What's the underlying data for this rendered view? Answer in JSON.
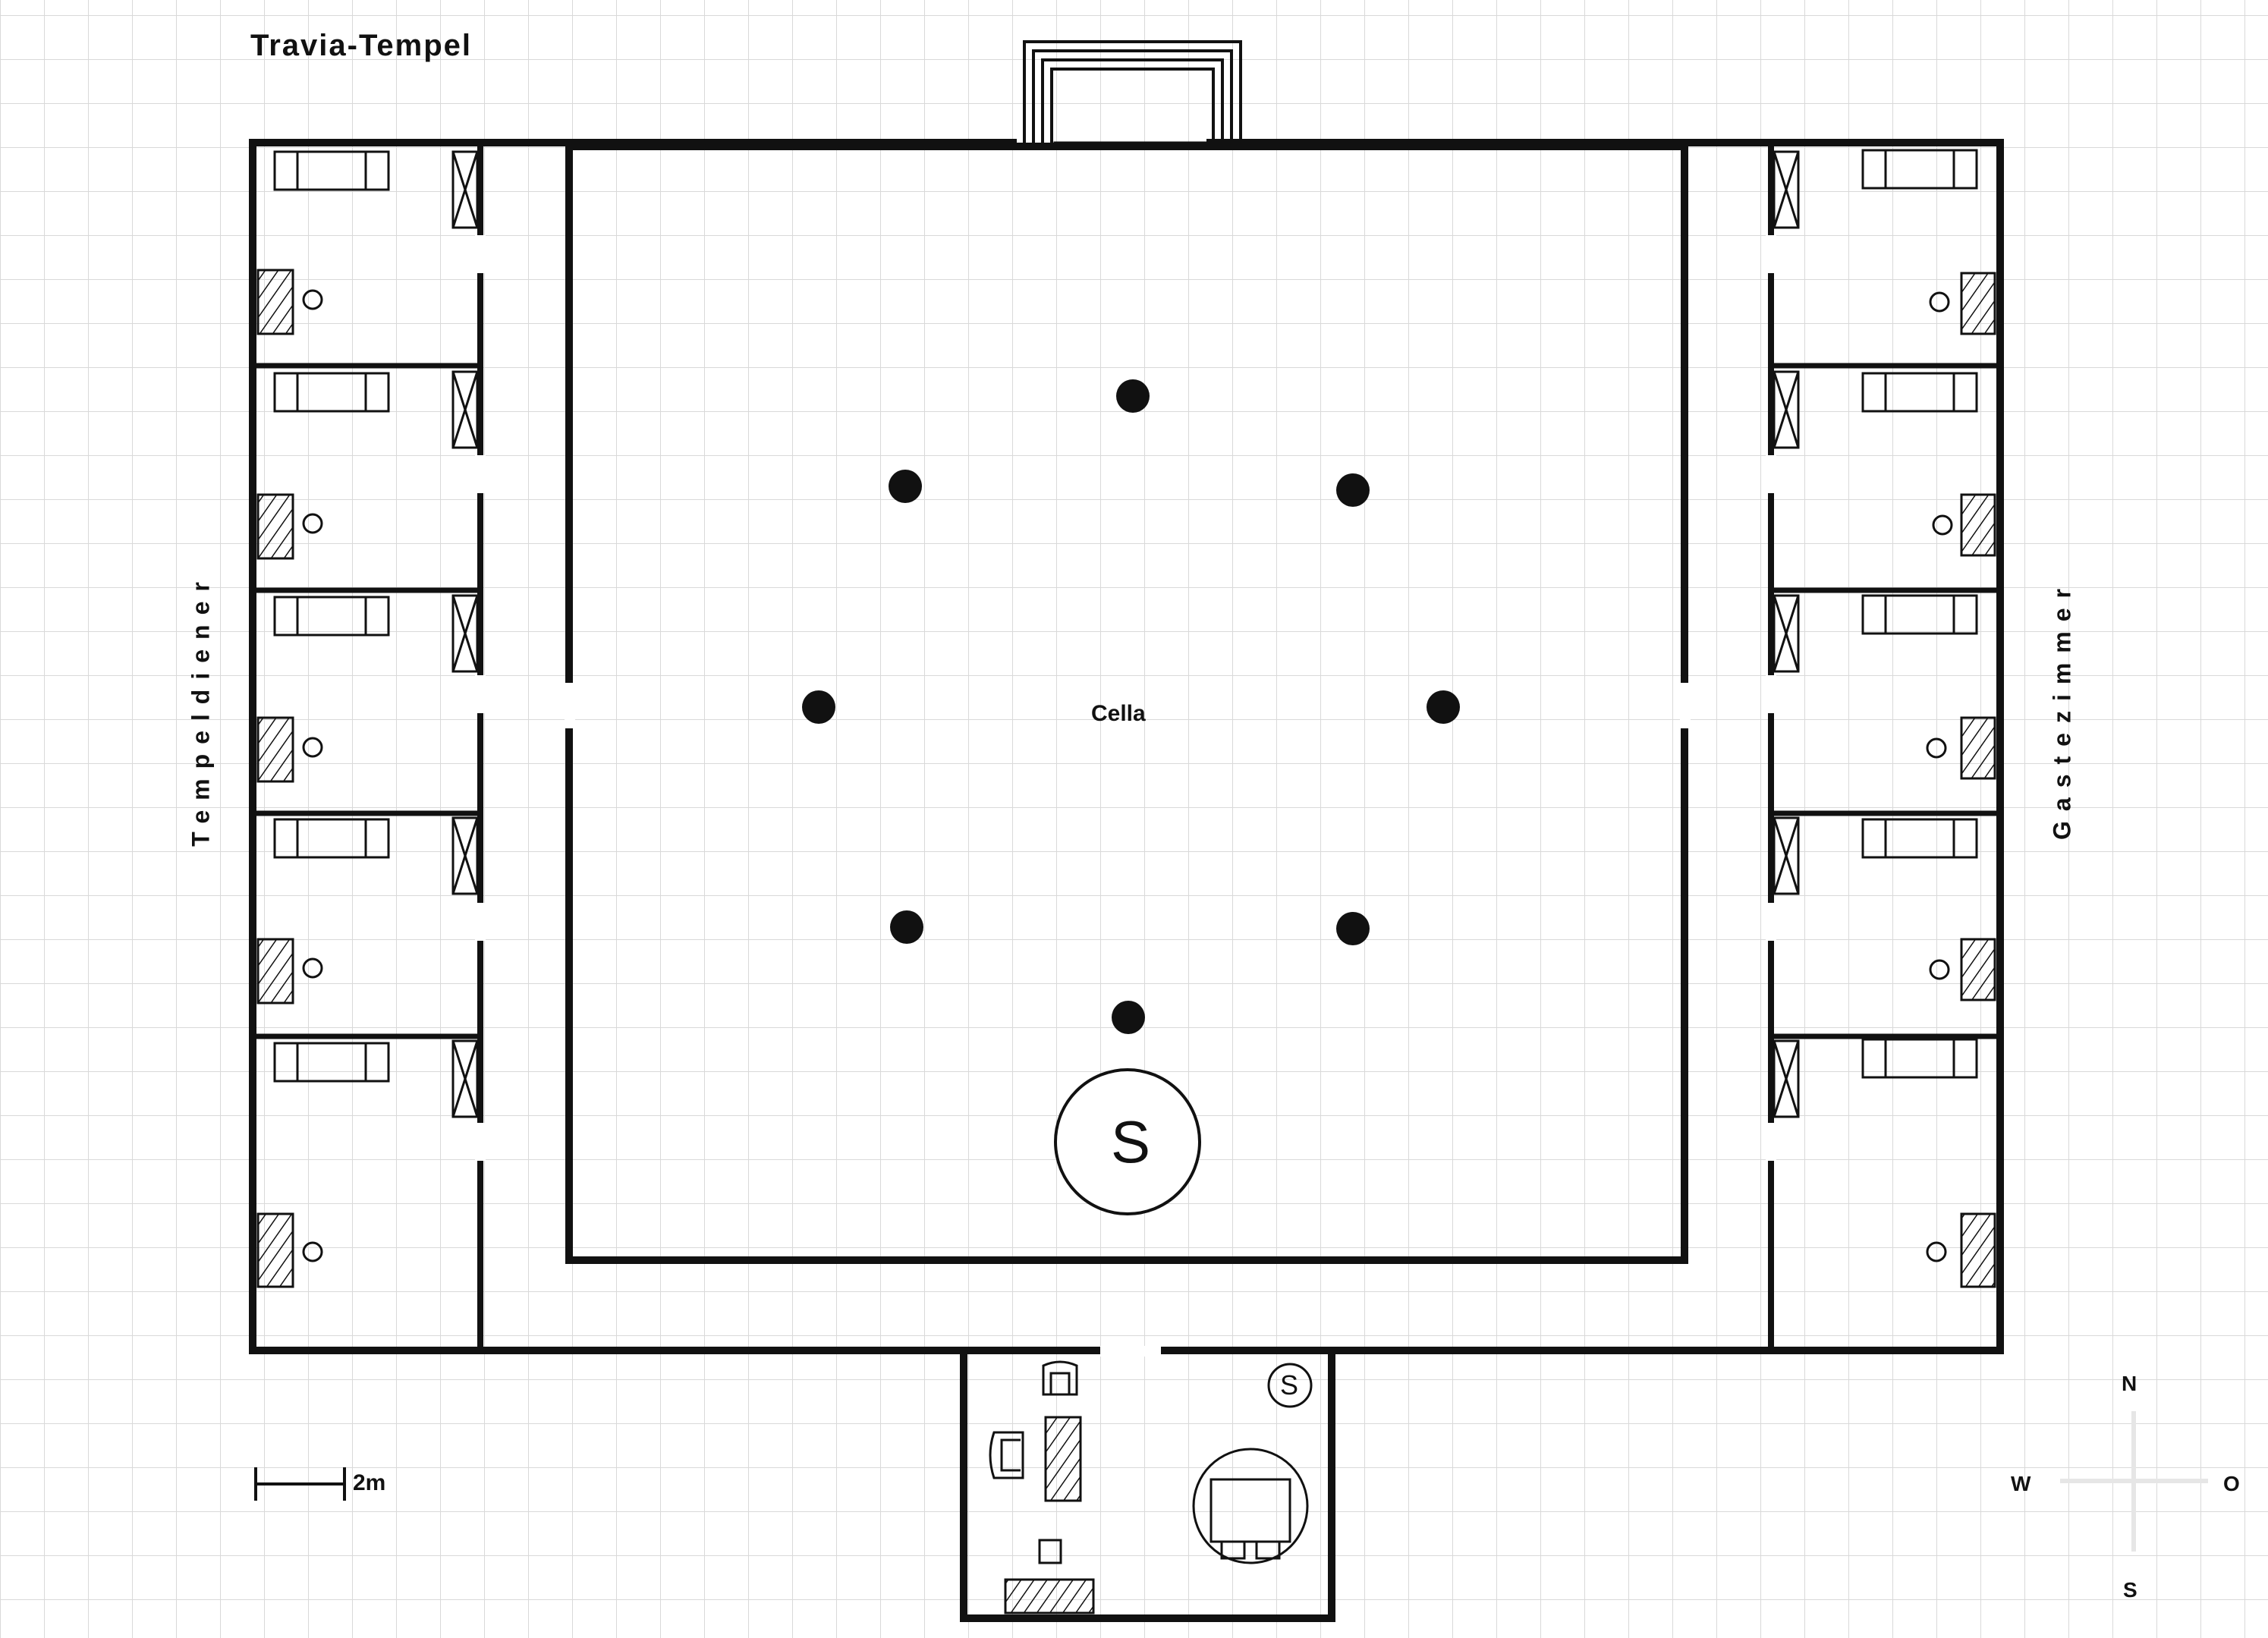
{
  "map": {
    "title": "Travia-Tempel",
    "labels": {
      "main_hall": "Cella",
      "west_wing": "Tempeldiener",
      "east_wing": "Gastezimmer"
    },
    "symbols": {
      "altar_mark": "S",
      "small_altar_mark": "S"
    },
    "scale_bar": {
      "label": "2m"
    },
    "compass": {
      "north": "N",
      "west": "W",
      "east": "O",
      "south": "S"
    },
    "colors": {
      "walls": "#111111",
      "grid": "#d9d9d9",
      "paper": "#ffffff"
    },
    "counts": {
      "pillars": 8,
      "west_rooms": 5,
      "east_rooms": 5
    }
  }
}
